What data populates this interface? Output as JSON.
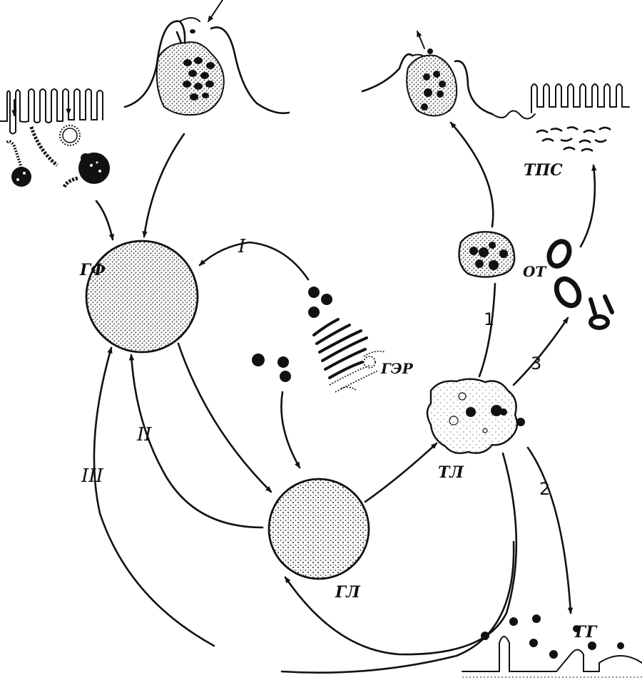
{
  "labels": {
    "gf": "ГФ",
    "gl": "ГЛ",
    "tl": "ТЛ",
    "ot": "ОТ",
    "ger": "ГЭР",
    "tps": "ТПС",
    "gg": "ГГ"
  },
  "pathways": {
    "roman_1": "I",
    "roman_2": "II",
    "roman_3": "III",
    "num_1": "1",
    "num_2": "2",
    "num_3": "3"
  }
}
